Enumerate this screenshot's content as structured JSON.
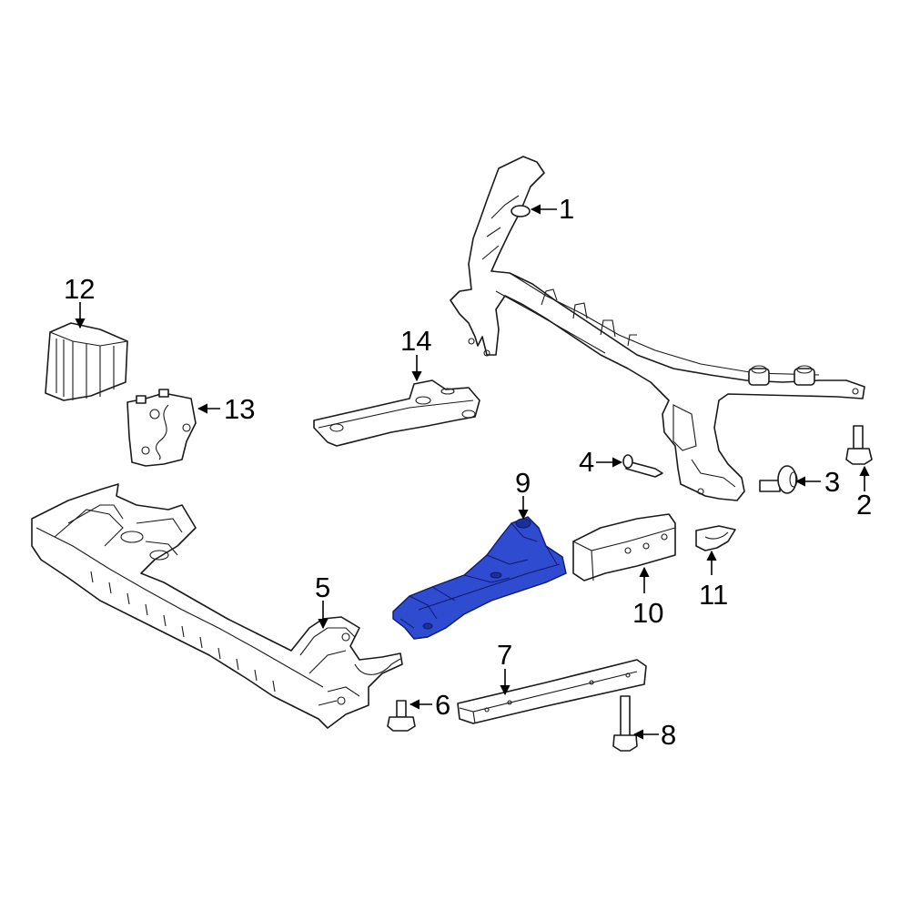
{
  "accent_color": "#2f4bd0",
  "callouts": [
    {
      "id": "1",
      "label": "1"
    },
    {
      "id": "2",
      "label": "2"
    },
    {
      "id": "3",
      "label": "3"
    },
    {
      "id": "4",
      "label": "4"
    },
    {
      "id": "5",
      "label": "5"
    },
    {
      "id": "6",
      "label": "6"
    },
    {
      "id": "7",
      "label": "7"
    },
    {
      "id": "8",
      "label": "8"
    },
    {
      "id": "9",
      "label": "9"
    },
    {
      "id": "10",
      "label": "10"
    },
    {
      "id": "11",
      "label": "11"
    },
    {
      "id": "12",
      "label": "12"
    },
    {
      "id": "13",
      "label": "13"
    },
    {
      "id": "14",
      "label": "14"
    }
  ],
  "highlighted_part": "9"
}
